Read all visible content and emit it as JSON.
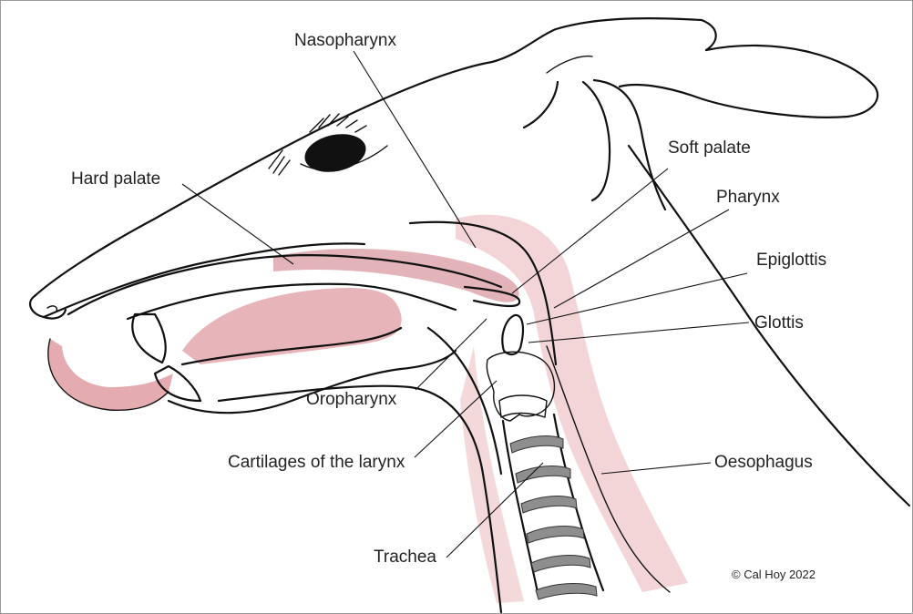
{
  "labels": {
    "nasopharynx": "Nasopharynx",
    "hard_palate": "Hard palate",
    "soft_palate": "Soft palate",
    "pharynx": "Pharynx",
    "epiglottis": "Epiglottis",
    "glottis": "Glottis",
    "oropharynx": "Oropharynx",
    "cartilages_of_larynx": "Cartilages of the larynx",
    "oesophagus": "Oesophagus",
    "trachea": "Trachea"
  },
  "copyright": "© Cal Hoy 2022",
  "colors": {
    "tissue_pink": "#e9b3b8",
    "tissue_pink_deep": "#d98d95",
    "cartilage": "#f1cfd0",
    "ring_grey": "#8e8e8e",
    "ink": "#111111"
  }
}
